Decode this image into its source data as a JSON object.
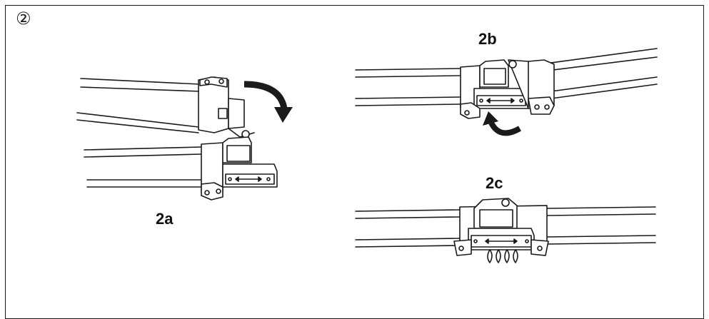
{
  "step": {
    "number": "②"
  },
  "panels": [
    {
      "id": "2a",
      "label": "2a"
    },
    {
      "id": "2b",
      "label": "2b"
    },
    {
      "id": "2c",
      "label": "2c"
    }
  ]
}
